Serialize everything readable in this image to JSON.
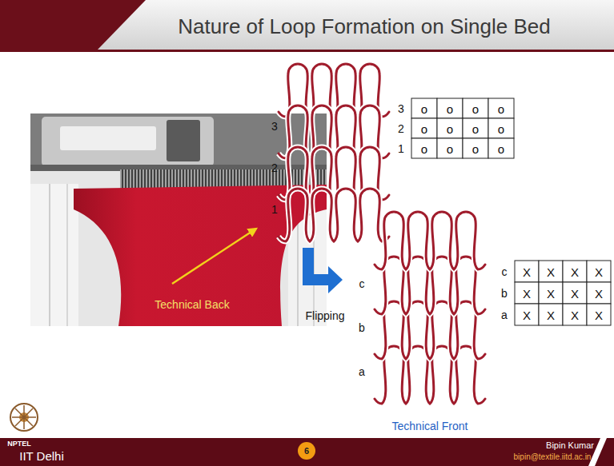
{
  "diagram": {
    "title": "Nature of Loop Formation on Single Bed",
    "labels": [
      "Technical Back",
      "3",
      "2",
      "1",
      "3",
      "o",
      "o",
      "o",
      "o",
      "2",
      "o",
      "o",
      "o",
      "o",
      "1",
      "o",
      "o",
      "o",
      "o",
      "Flipping",
      "c",
      "b",
      "a",
      "Technical Front",
      "c",
      "X",
      "X",
      "X",
      "X",
      "b",
      "X",
      "X",
      "X",
      "X",
      "a",
      "X",
      "X",
      "X",
      "X",
      "NPTEL",
      "IIT Delhi",
      "6",
      "Bipin Kumar",
      "bipin@textile.iitd.ac.in"
    ]
  }
}
